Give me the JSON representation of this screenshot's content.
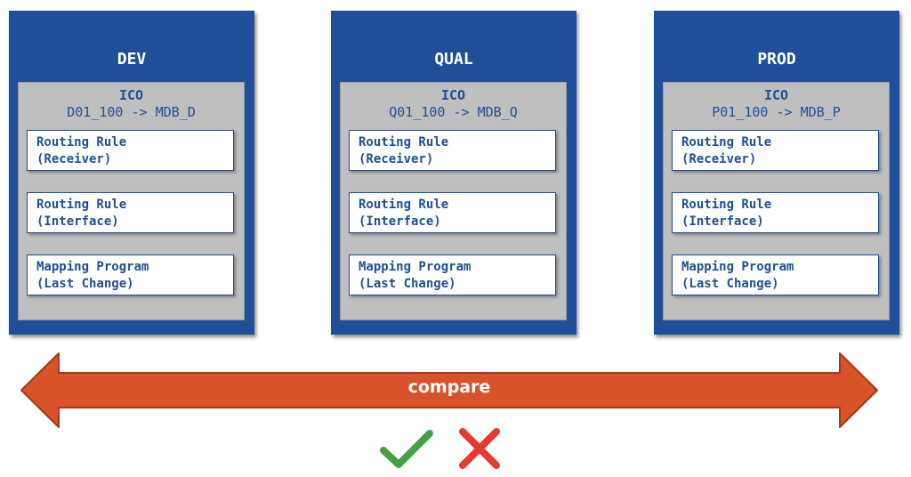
{
  "environments": [
    {
      "title": "DEV",
      "ico_title": "ICO",
      "ico_mapping": "D01_100 -> MDB_D",
      "items": [
        [
          "Routing Rule",
          "(Receiver)"
        ],
        [
          "Routing Rule",
          "(Interface)"
        ],
        [
          "Mapping Program",
          "(Last Change)"
        ]
      ]
    },
    {
      "title": "QUAL",
      "ico_title": "ICO",
      "ico_mapping": "Q01_100 -> MDB_Q",
      "items": [
        [
          "Routing Rule",
          "(Receiver)"
        ],
        [
          "Routing Rule",
          "(Interface)"
        ],
        [
          "Mapping Program",
          "(Last Change)"
        ]
      ]
    },
    {
      "title": "PROD",
      "ico_title": "ICO",
      "ico_mapping": "P01_100 -> MDB_P",
      "items": [
        [
          "Routing Rule",
          "(Receiver)"
        ],
        [
          "Routing Rule",
          "(Interface)"
        ],
        [
          "Mapping Program",
          "(Last Change)"
        ]
      ]
    }
  ],
  "arrow": {
    "label": "compare",
    "color": "#d9532a",
    "outline": "#a33a18"
  },
  "result_icons": [
    "checkmark-icon",
    "cross-icon"
  ],
  "colors": {
    "env_bg": "#1f4f99",
    "ico_bg": "#bfbfbf",
    "check": "#43a047",
    "cross": "#e53935"
  }
}
